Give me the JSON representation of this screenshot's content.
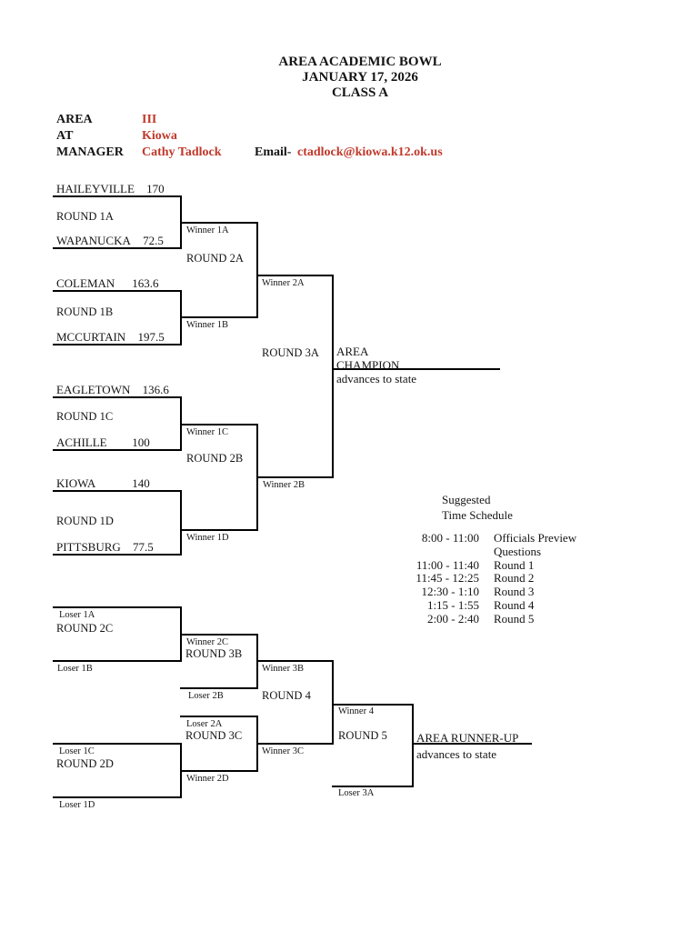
{
  "title": {
    "line1": "AREA ACADEMIC BOWL",
    "line2": "JANUARY 17, 2026",
    "line3": "CLASS A"
  },
  "header": {
    "area_label": "AREA",
    "area_value": "III",
    "at_label": "AT",
    "at_value": "Kiowa",
    "manager_label": "MANAGER",
    "manager_value": "Cathy Tadlock",
    "email_label": "Email-",
    "email_value": "ctadlock@kiowa.k12.ok.us"
  },
  "colors": {
    "accent_red": "#c0392b",
    "line_black": "#000000",
    "page_bg": "#ffffff"
  },
  "winners_bracket": {
    "teams": [
      {
        "name": "HAILEYVILLE",
        "score": "170"
      },
      {
        "name": "WAPANUCKA",
        "score": "72.5"
      },
      {
        "name": "COLEMAN",
        "score": "163.6"
      },
      {
        "name": "MCCURTAIN",
        "score": "197.5"
      },
      {
        "name": "EAGLETOWN",
        "score": "136.6"
      },
      {
        "name": "ACHILLE",
        "score": "100"
      },
      {
        "name": "KIOWA",
        "score": "140"
      },
      {
        "name": "PITTSBURG",
        "score": "77.5"
      }
    ],
    "rounds": {
      "r1a": "ROUND 1A",
      "r1b": "ROUND 1B",
      "r1c": "ROUND 1C",
      "r1d": "ROUND 1D",
      "r2a": "ROUND 2A",
      "r2b": "ROUND 2B",
      "r3a": "ROUND 3A"
    },
    "slots": {
      "winner_1a": "Winner 1A",
      "winner_1b": "Winner 1B",
      "winner_1c": "Winner 1C",
      "winner_1d": "Winner 1D",
      "winner_2a": "Winner 2A",
      "winner_2b": "Winner 2B"
    },
    "champion": {
      "line1": "AREA",
      "line2": "CHAMPION",
      "note": "advances to state"
    }
  },
  "schedule": {
    "heading_line1": "Suggested",
    "heading_line2": "Time Schedule",
    "rows": [
      {
        "time": "8:00 - 11:00",
        "event": "Officials Preview"
      },
      {
        "time": "",
        "event": "Questions"
      },
      {
        "time": "11:00 - 11:40",
        "event": "Round 1"
      },
      {
        "time": "11:45 - 12:25",
        "event": "Round 2"
      },
      {
        "time": "12:30 -  1:10",
        "event": "Round 3"
      },
      {
        "time": "1:15 -  1:55",
        "event": "Round 4"
      },
      {
        "time": "2:00 -  2:40",
        "event": "Round 5"
      }
    ]
  },
  "losers_bracket": {
    "rounds": {
      "r2c": "ROUND 2C",
      "r2d": "ROUND 2D",
      "r3b": "ROUND 3B",
      "r3c": "ROUND 3C",
      "r4": "ROUND 4",
      "r5": "ROUND 5"
    },
    "slots": {
      "loser_1a": "Loser 1A",
      "loser_1b": "Loser 1B",
      "loser_1c": "Loser 1C",
      "loser_1d": "Loser 1D",
      "loser_2a": "Loser 2A",
      "loser_2b": "Loser 2B",
      "loser_3a": "Loser 3A",
      "winner_2c": "Winner 2C",
      "winner_2d": "Winner 2D",
      "winner_3b": "Winner 3B",
      "winner_3c": "Winner 3C",
      "winner_4": "Winner 4"
    },
    "runner_up": {
      "title": "AREA RUNNER-UP",
      "note": "advances to state"
    }
  }
}
